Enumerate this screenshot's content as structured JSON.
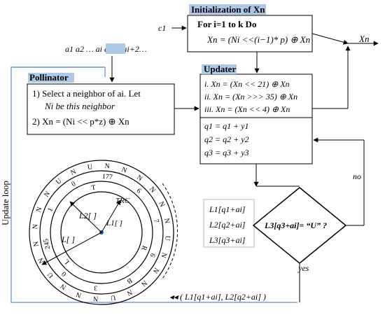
{
  "init": {
    "title": "Initialization of Xn",
    "c1": "c1",
    "loop": "For i=1 to k Do",
    "formula": "Xn = (Ni <<(i−1)* p) ⊕ Xn"
  },
  "output": "Xn",
  "sequence": "a1  a2 …  ai  ai+1  ai+2…",
  "pollinator": {
    "title": "Pollinator",
    "step1_a": "1)  Select a neighbor of ai. Let",
    "step1_b": "Ni be this neighbor",
    "step2": "2)  Xn = (Ni << p*z) ⊕ Xn"
  },
  "updater": {
    "title": "Updater",
    "steps": [
      "i.     Xn = (Xn << 21) ⊕ Xn",
      "ii.    Xn = (Xn >>> 35) ⊕ Xn",
      "iii.   Xn = (Xn << 4) ⊕ Xn"
    ],
    "q_updates": [
      "q1 = q1 + y1",
      "q2 = q2 + y2",
      "q3 = q3 + y3"
    ]
  },
  "loop_label": "Update loop",
  "lookups": [
    "L1[q1+ai]",
    "L2[q2+ai]",
    "L3[q3+ai]"
  ],
  "decision": "L3[q3+ai]= “U” ?",
  "no_label": "no",
  "yes_label": "yes",
  "feedback": "◂◂  ( L1[q1+ai], L2[q2+ai] )",
  "rings": {
    "inner_label": "L1[ ]",
    "mid_label": "L2[ ]",
    "outer_label": "L[ ]",
    "trc": "TRC",
    "outer_letters": [
      "U",
      "N",
      "N",
      "N",
      "N",
      "N",
      "N",
      "U",
      "N",
      "N",
      "N",
      "N",
      "U",
      "N",
      "N",
      "N",
      "U",
      "N",
      "N",
      "N",
      "N",
      "N",
      "U",
      "N"
    ],
    "mid_letters": [
      "0",
      "177",
      "6",
      "7",
      "6",
      "B",
      "3",
      "0",
      "245",
      "1"
    ],
    "inner_letters": [
      "T",
      "R",
      "L"
    ]
  }
}
